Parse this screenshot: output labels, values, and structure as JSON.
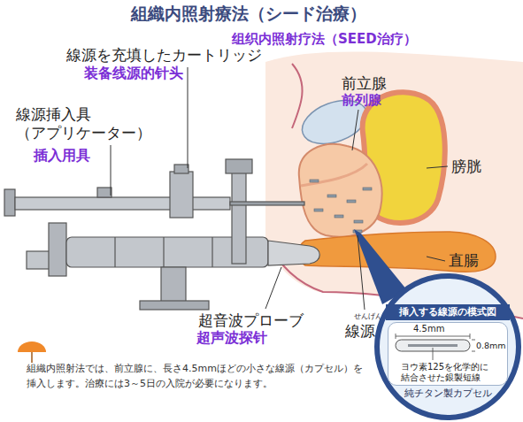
{
  "diagram": {
    "title": "組織内照射療法（シード治療）",
    "caption": "組織内照射法では、前立腺に、長さ4.5mmほどの小さな線源（カプセル）を挿入します。治療には3～5日の入院が必要になります。",
    "nodes": [
      {
        "text": [
          "挿入する線源の模式図",
          "純チタン製カプセル"
        ]
      },
      {
        "text": [
          "4.5mm",
          "0.8mm",
          "ヨウ素125を化学的に 結合させた銀製短線"
        ],
        "in": 0
      }
    ],
    "labels": [
      "组织内照射疗法（SEED治疗）",
      "線源を充填したカートリッジ",
      "装备线源的针头",
      "線源挿入具 （アプリケーター）",
      "插入用具",
      "前立腺",
      "前列腺",
      "膀胱",
      "直腸",
      "超音波プローブ",
      "超声波探针",
      "せんげん",
      "線源"
    ]
  }
}
